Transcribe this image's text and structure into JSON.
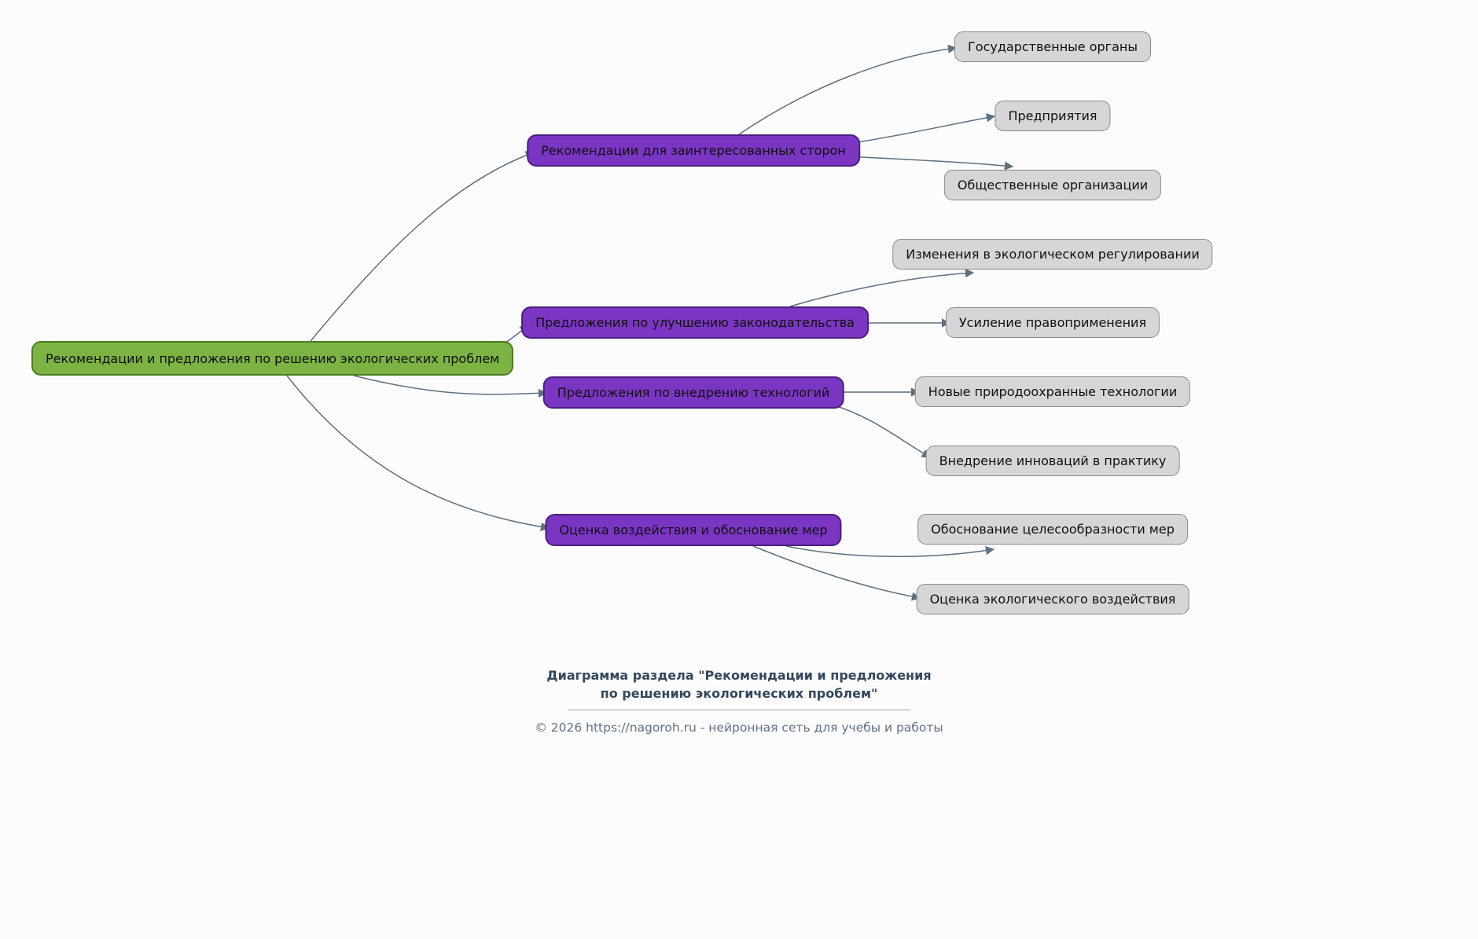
{
  "colors": {
    "background": "#FCFCFC",
    "root_fill": "#7CB342",
    "root_border": "#4F7A23",
    "branch_fill": "#7A36C2",
    "branch_border": "#4C1D7F",
    "leaf_fill": "#D6D6D6",
    "leaf_border": "#8A8A8A",
    "edge": "#5C7080"
  },
  "root": {
    "label": "Рекомендации и предложения по решению экологических проблем"
  },
  "branches": [
    {
      "label": "Рекомендации для заинтересованных сторон",
      "children": [
        {
          "label": "Государственные органы"
        },
        {
          "label": "Предприятия"
        },
        {
          "label": "Общественные организации"
        }
      ]
    },
    {
      "label": "Предложения по улучшению законодательства",
      "children": [
        {
          "label": "Изменения в экологическом регулировании"
        },
        {
          "label": "Усиление правоприменения"
        }
      ]
    },
    {
      "label": "Предложения по внедрению технологий",
      "children": [
        {
          "label": "Новые природоохранные технологии"
        },
        {
          "label": "Внедрение инноваций в практику"
        }
      ]
    },
    {
      "label": "Оценка воздействия и обоснование мер",
      "children": [
        {
          "label": "Обоснование целесообразности мер"
        },
        {
          "label": "Оценка экологического воздействия"
        }
      ]
    }
  ],
  "footer": {
    "title_line1": "Диаграмма раздела \"Рекомендации и предложения",
    "title_line2": "по решению экологических проблем\"",
    "copyright": "© 2026 https://nagoroh.ru - нейронная сеть для учебы и работы"
  }
}
